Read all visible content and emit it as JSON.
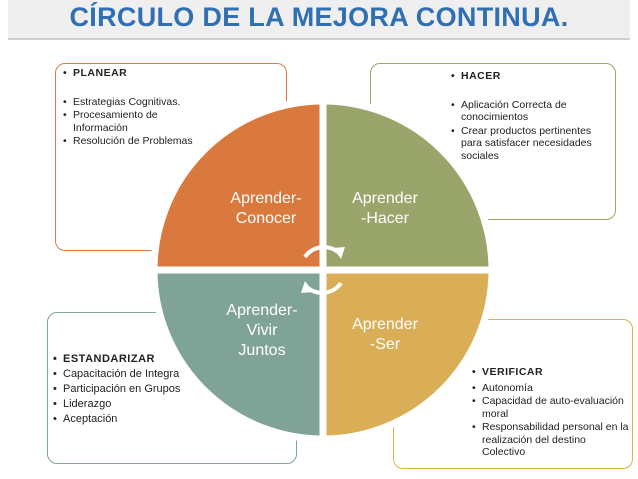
{
  "title": "CÍRCULO DE LA MEJORA CONTINUA.",
  "quadrants": {
    "top_left": {
      "label": "Aprender-\nConocer",
      "color": "#d9793d",
      "items": [
        "PLANEAR",
        "Estrategias Cognitivas.",
        "Procesamiento de Información",
        "Resolución de Problemas"
      ]
    },
    "top_right": {
      "label": "Aprender\n-Hacer",
      "color": "#9aa56b",
      "items": [
        "HACER",
        "Aplicación Correcta de conocimientos",
        "Crear productos pertinentes para satisfacer necesidades sociales"
      ]
    },
    "bottom_left": {
      "label": "Aprender-\nVivir\nJuntos",
      "color": "#7fa497",
      "items": [
        "ESTANDARIZAR",
        "Capacitación de Integra",
        "Participación en Grupos",
        "Liderazgo",
        "Aceptación"
      ]
    },
    "bottom_right": {
      "label": "Aprender\n-Ser",
      "color": "#d9ae57",
      "items": [
        "VERIFICAR",
        "Autonomía",
        "Capacidad de auto-evaluación moral",
        "Responsabilidad personal en la realización del destino Colectivo"
      ]
    }
  }
}
